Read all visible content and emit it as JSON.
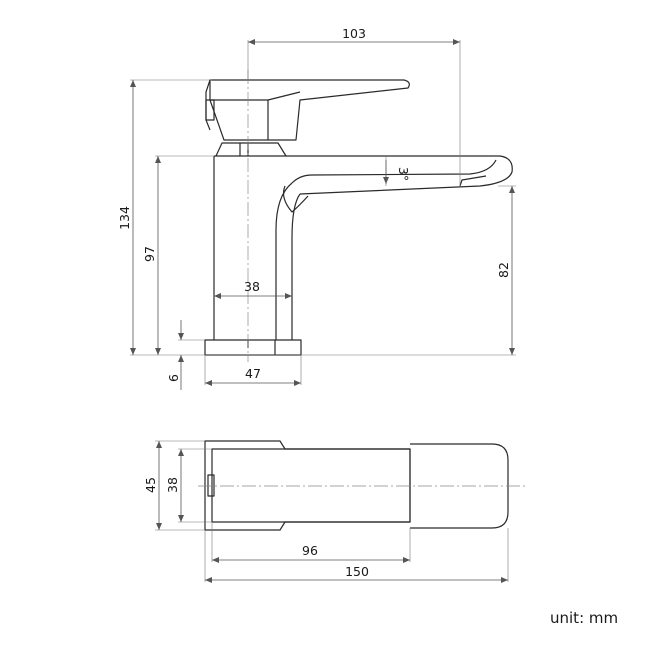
{
  "dimensions": {
    "spout_reach": "103",
    "total_height": "134",
    "body_height": "97",
    "spout_height": "82",
    "body_width": "38",
    "base_width": "47",
    "base_height": "6",
    "angle": "3°",
    "top_width": "45",
    "top_body_width": "38",
    "top_body_length": "96",
    "total_length": "150"
  },
  "unit_label": "unit: mm",
  "colors": {
    "line": "#2a2a2a",
    "dim": "#555555",
    "text": "#1a1a1a"
  }
}
